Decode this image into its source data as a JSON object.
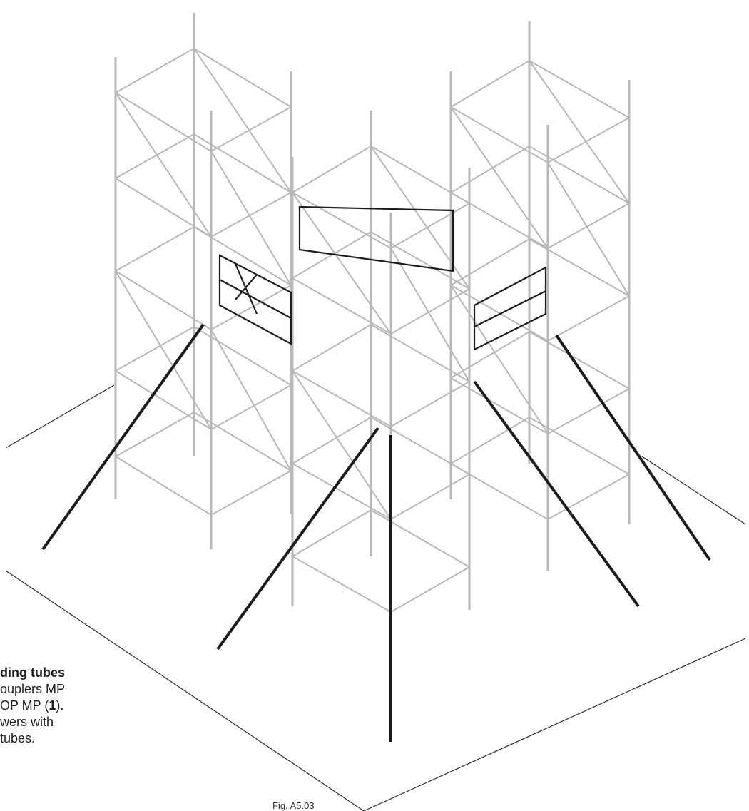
{
  "caption": {
    "line1": "ding tubes",
    "line2": "ouplers MP",
    "line3_pre": "OP MP (",
    "line3_num": "1",
    "line3_post": ").",
    "line4": "wers with",
    "line5": " tubes."
  },
  "figure_label": "Fig. A5.03",
  "colors": {
    "structure": "#b7b7b7",
    "highlight": "#1c1c1c",
    "background": "#ffffff"
  },
  "diagram": {
    "type": "isometric-technical-drawing",
    "towers": 3,
    "props": 5
  }
}
